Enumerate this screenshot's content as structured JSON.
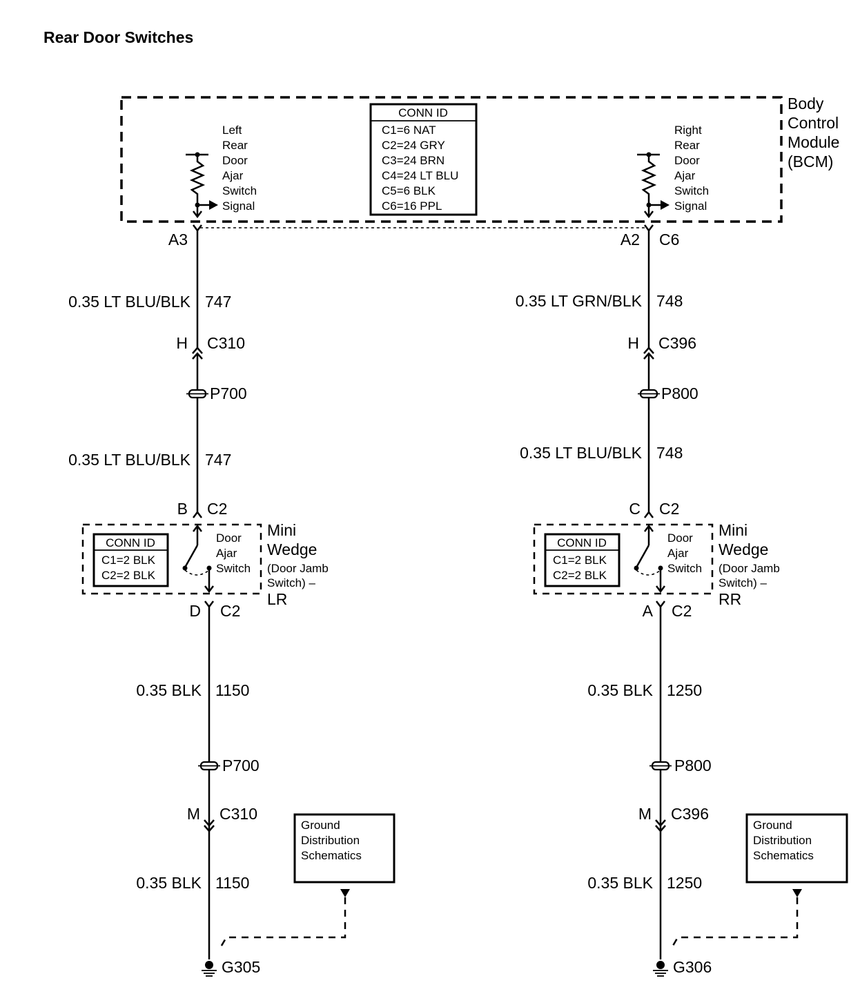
{
  "title": "Rear Door Switches",
  "bcm": {
    "label": [
      "Body",
      "Control",
      "Module",
      "(BCM)"
    ],
    "conn_id": {
      "header": "CONN ID",
      "rows": [
        "C1=6 NAT",
        "C2=24 GRY",
        "C3=24 BRN",
        "C4=24 LT BLU",
        "C5=6 BLK",
        "C6=16 PPL"
      ]
    },
    "left_signal": [
      "Left",
      "Rear",
      "Door",
      "Ajar",
      "Switch",
      "Signal"
    ],
    "right_signal": [
      "Right",
      "Rear",
      "Door",
      "Ajar",
      "Switch",
      "Signal"
    ]
  },
  "left": {
    "bcm_pin": "A3",
    "wire1": {
      "gauge_color": "0.35 LT BLU/BLK",
      "circuit": "747"
    },
    "conn1": {
      "pin": "H",
      "id": "C310"
    },
    "splice1": "P700",
    "wire2": {
      "gauge_color": "0.35 LT BLU/BLK",
      "circuit": "747"
    },
    "switch_top": {
      "pin": "B",
      "id": "C2"
    },
    "switch": {
      "conn_header": "CONN ID",
      "conn_rows": [
        "C1=2 BLK",
        "C2=2 BLK"
      ],
      "inner_label": [
        "Door",
        "Ajar",
        "Switch"
      ],
      "name_large": [
        "Mini",
        "Wedge"
      ],
      "name_small": [
        "(Door Jamb",
        "Switch) –"
      ],
      "suffix": "LR"
    },
    "switch_bottom": {
      "pin": "D",
      "id": "C2"
    },
    "wire3": {
      "gauge_color": "0.35 BLK",
      "circuit": "1150"
    },
    "splice2": "P700",
    "conn2": {
      "pin": "M",
      "id": "C310"
    },
    "wire4": {
      "gauge_color": "0.35 BLK",
      "circuit": "1150"
    },
    "ground_ref": [
      "Ground",
      "Distribution",
      "Schematics"
    ],
    "ground": "G305"
  },
  "right": {
    "bcm_pin": "A2",
    "bcm_conn": "C6",
    "wire1": {
      "gauge_color": "0.35 LT GRN/BLK",
      "circuit": "748"
    },
    "conn1": {
      "pin": "H",
      "id": "C396"
    },
    "splice1": "P800",
    "wire2": {
      "gauge_color": "0.35 LT BLU/BLK",
      "circuit": "748"
    },
    "switch_top": {
      "pin": "C",
      "id": "C2"
    },
    "switch": {
      "conn_header": "CONN ID",
      "conn_rows": [
        "C1=2 BLK",
        "C2=2 BLK"
      ],
      "inner_label": [
        "Door",
        "Ajar",
        "Switch"
      ],
      "name_large": [
        "Mini",
        "Wedge"
      ],
      "name_small": [
        "(Door Jamb",
        "Switch) –"
      ],
      "suffix": "RR"
    },
    "switch_bottom": {
      "pin": "A",
      "id": "C2"
    },
    "wire3": {
      "gauge_color": "0.35 BLK",
      "circuit": "1250"
    },
    "splice2": "P800",
    "conn2": {
      "pin": "M",
      "id": "C396"
    },
    "wire4": {
      "gauge_color": "0.35 BLK",
      "circuit": "1250"
    },
    "ground_ref": [
      "Ground",
      "Distribution",
      "Schematics"
    ],
    "ground": "G306"
  }
}
